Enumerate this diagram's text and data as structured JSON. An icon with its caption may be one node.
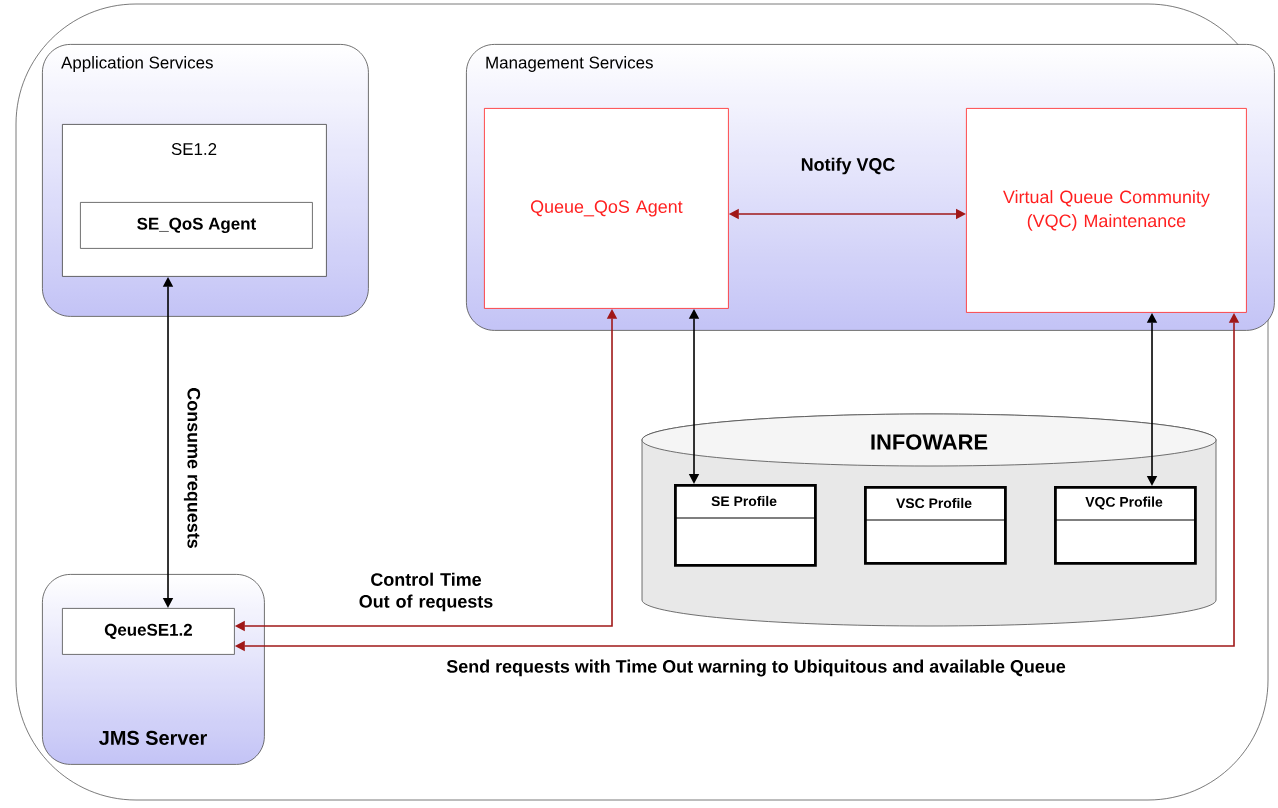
{
  "diagram": {
    "nodes": [
      {
        "text": [
          "Application Services"
        ]
      },
      {
        "text": [
          "SE1.2"
        ],
        "in": 0
      },
      {
        "text": [
          "SE_QoS Agent"
        ],
        "in": 1
      },
      {
        "text": [
          "Management Services"
        ]
      },
      {
        "text": [
          "Queue_QoS Agent"
        ],
        "in": 3
      },
      {
        "text": [
          "Virtual Queue Community (VQC) Maintenance"
        ],
        "in": 3
      },
      {
        "text": [
          "INFOWARE"
        ]
      },
      {
        "text": [
          "SE Profile"
        ],
        "in": 6
      },
      {
        "text": [
          "VSC Profile"
        ],
        "in": 6
      },
      {
        "text": [
          "VQC Profile"
        ],
        "in": 6
      },
      {
        "text": [
          "JMS Server"
        ]
      },
      {
        "text": [
          "QeueSE1.2"
        ],
        "in": 10
      }
    ],
    "edges": [
      {
        "from": 1,
        "to": 11,
        "arrow": "both",
        "label": "Consume requests"
      },
      {
        "from": 4,
        "to": 5,
        "arrow": "both",
        "label": "Notify VQC",
        "color": "#a01818"
      },
      {
        "from": 4,
        "to": 7,
        "arrow": "both"
      },
      {
        "from": 5,
        "to": 9,
        "arrow": "both"
      },
      {
        "from": 4,
        "to": 11,
        "arrow": "both",
        "label": "Control Time Out of requests",
        "color": "#a01818"
      },
      {
        "from": 5,
        "to": 11,
        "arrow": "both",
        "label": "Send requests with Time Out warning to Ubiquitous and available Queue",
        "color": "#a01818"
      }
    ]
  }
}
